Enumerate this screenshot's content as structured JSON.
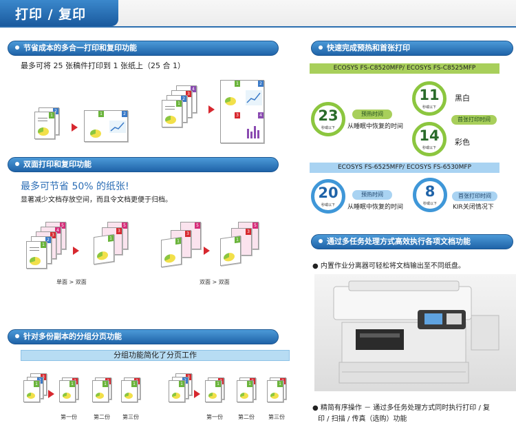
{
  "header": {
    "title": "打印 / 复印"
  },
  "sections": {
    "combine": {
      "title": "节省成本的多合一打印和复印功能",
      "desc": "最多可将 25 张稿件打印到 1 张纸上（25 合 1）"
    },
    "duplex": {
      "title": "双面打印和复印功能",
      "headline": "最多可节省 50% 的纸张!",
      "desc": "显著减少文档存放空间，而且令文档更便于归档。",
      "caption_left": "单面 > 双面",
      "caption_right": "双面 > 双面"
    },
    "sort": {
      "title": "针对多份副本的分组分页功能",
      "banner": "分组功能简化了分页工作",
      "copies": [
        "第一份",
        "第二份",
        "第三份"
      ]
    },
    "warmup": {
      "title": "快速完成预热和首张打印",
      "model_a": "ECOSYS FS-C8520MFP/ ECOSYS FS-C8525MFP",
      "model_b": "ECOSYS FS-6525MFP/ ECOSYS FS-6530MFP",
      "a_warm_value": "23",
      "a_warm_unit": "秒或以下",
      "a_warm_pill": "预热时间",
      "a_warm_desc": "从睡眠中恢复的时间",
      "a_mono_value": "11",
      "a_mono_unit": "秒或以下",
      "a_mono_label": "黑白",
      "a_first_pill": "首张打印时间",
      "a_color_value": "14",
      "a_color_unit": "秒或以下",
      "a_color_label": "彩色",
      "b_warm_value": "20",
      "b_warm_unit": "秒或以下",
      "b_warm_pill": "预热时间",
      "b_warm_desc": "从睡眠中恢复的时间",
      "b_first_value": "8",
      "b_first_unit": "秒或以下",
      "b_first_pill": "首张打印时间",
      "b_first_desc": "KIR关闭情况下"
    },
    "multitask": {
      "title": "通过多任务处理方式高效执行各项文档功能",
      "bullet1": "内置作业分离器可轻松将文档输出至不同纸盘。",
      "bullet2_line1": "精简有序操作 － 通过多任务处理方式同时执行打印 / 复",
      "bullet2_line2": "印 / 扫描 / 传真（选购）功能"
    }
  },
  "colors": {
    "brand_blue": "#1f63a8",
    "green": "#8cc63f",
    "light_blue": "#a9d3f2",
    "arrow_red": "#d7282f"
  },
  "icons": [
    "document-icon",
    "arrow-right-icon",
    "pie-chart-icon",
    "printer-photo"
  ]
}
